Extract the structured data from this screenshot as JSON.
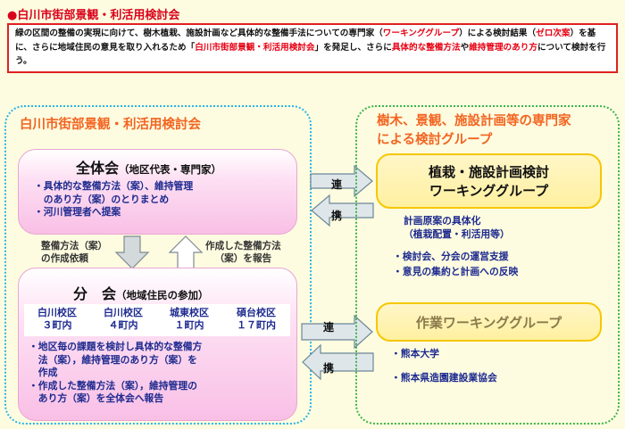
{
  "header": {
    "title": "●白川市街部景観・利活用検討会",
    "description": {
      "part1": "緑の区間の整備の実現に向けて、樹木植栽、施設計画など具体的な整備手法についての専門家（",
      "wg": "ワーキンググループ",
      "part2": "）による検討結果（",
      "zero_plan": "ゼロ次案",
      "part3": "）を基に、さらに地域住民の意見を取り入れるため「",
      "council": "白川市街部景観・利活用検討会",
      "part4": "」を発足し、さらに",
      "concrete": "具体的な整備方法",
      "part5": "や",
      "maintenance": "維持管理のあり方",
      "part6": "について検討を行う。"
    }
  },
  "left_group": {
    "title": "白川市街部景観・利活用検討会",
    "plenary": {
      "title": "全体会",
      "subtitle": "（地区代表・専門家）",
      "bullets": [
        "・具体的な整備方法（案）、維持管理",
        "　のあり方（案）のとりまとめ",
        "・河川管理者へ提案"
      ]
    },
    "down_label": [
      "整備方法（案）",
      "の作成依頼"
    ],
    "up_label": [
      "作成した整備方法",
      "（案）を報告"
    ],
    "branch": {
      "title": "分　会",
      "subtitle": "（地域住民の参加）",
      "districts": [
        {
          "name": "白川校区",
          "count": "３町内"
        },
        {
          "name": "白川校区",
          "count": "４町内"
        },
        {
          "name": "城東校区",
          "count": "１町内"
        },
        {
          "name": "碩台校区",
          "count": "１７町内"
        }
      ],
      "bullets": [
        "・地区毎の課題を検討し具体的な整備方",
        "　法（案），維持管理のあり方（案）を",
        "　作成",
        "・作成した整備方法（案），維持管理の",
        "　あり方（案）を全体会へ報告"
      ]
    }
  },
  "right_group": {
    "title_line1": "樹木、景観、施設計画等の専門家",
    "title_line2": "による検討グループ",
    "wg1": {
      "title_line1": "植栽・施設計画検討",
      "title_line2": "ワーキンググループ",
      "items": [
        "計画原案の具体化",
        "（植栽配置・利活用等）",
        "・検討会、分会の運営支援",
        "・意見の集約と計画への反映"
      ]
    },
    "wg2": {
      "title": "作業ワーキンググループ",
      "items": [
        "・熊本大学",
        "・熊本県造園建設業協会"
      ]
    }
  },
  "links": {
    "top": {
      "char1": "連",
      "char2": "携"
    },
    "bottom": {
      "char1": "連",
      "char2": "携"
    }
  },
  "colors": {
    "accent_red": "#e60012",
    "title_orange": "#f26522",
    "text_blue": "#1d2a8f",
    "left_border": "#2ab5e6",
    "right_border": "#39b54a",
    "pink": "#f9bfe6",
    "yellow": "#fff0a0"
  }
}
